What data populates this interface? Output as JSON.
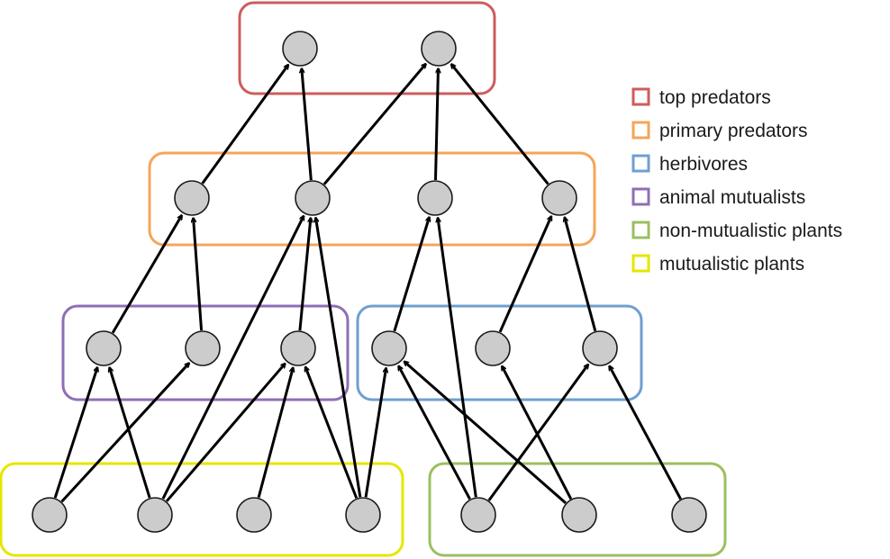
{
  "groups": [
    {
      "id": "top",
      "label": "top predators",
      "color": "#cd5c5c"
    },
    {
      "id": "primary",
      "label": "primary predators",
      "color": "#f5a55a"
    },
    {
      "id": "herbivores",
      "label": "herbivores",
      "color": "#6f9fd0"
    },
    {
      "id": "animal",
      "label": "animal mutualists",
      "color": "#8e6fb5"
    },
    {
      "id": "nonmut",
      "label": "non-mutualistic plants",
      "color": "#9bbf61"
    },
    {
      "id": "mut",
      "label": "mutualistic plants",
      "color": "#e6e600"
    }
  ],
  "nodes": [
    {
      "id": "T1",
      "group": "top"
    },
    {
      "id": "T2",
      "group": "top"
    },
    {
      "id": "P1",
      "group": "primary"
    },
    {
      "id": "P2",
      "group": "primary"
    },
    {
      "id": "P3",
      "group": "primary"
    },
    {
      "id": "P4",
      "group": "primary"
    },
    {
      "id": "A1",
      "group": "animal"
    },
    {
      "id": "A2",
      "group": "animal"
    },
    {
      "id": "A3",
      "group": "animal"
    },
    {
      "id": "H1",
      "group": "herbivores"
    },
    {
      "id": "H2",
      "group": "herbivores"
    },
    {
      "id": "H3",
      "group": "herbivores"
    },
    {
      "id": "M1",
      "group": "mut"
    },
    {
      "id": "M2",
      "group": "mut"
    },
    {
      "id": "M3",
      "group": "mut"
    },
    {
      "id": "M4",
      "group": "mut"
    },
    {
      "id": "N1",
      "group": "nonmut"
    },
    {
      "id": "N2",
      "group": "nonmut"
    },
    {
      "id": "N3",
      "group": "nonmut"
    }
  ],
  "edges": [
    {
      "from": "P1",
      "to": "T1"
    },
    {
      "from": "P2",
      "to": "T1"
    },
    {
      "from": "P2",
      "to": "T2"
    },
    {
      "from": "P3",
      "to": "T2"
    },
    {
      "from": "P4",
      "to": "T2"
    },
    {
      "from": "A1",
      "to": "P1"
    },
    {
      "from": "A2",
      "to": "P1"
    },
    {
      "from": "M2",
      "to": "P2"
    },
    {
      "from": "A3",
      "to": "P2"
    },
    {
      "from": "M4",
      "to": "P2"
    },
    {
      "from": "H1",
      "to": "P3"
    },
    {
      "from": "N1",
      "to": "P3"
    },
    {
      "from": "H2",
      "to": "P4"
    },
    {
      "from": "H3",
      "to": "P4"
    },
    {
      "from": "M1",
      "to": "A1"
    },
    {
      "from": "M2",
      "to": "A1"
    },
    {
      "from": "M1",
      "to": "A2"
    },
    {
      "from": "M2",
      "to": "A3"
    },
    {
      "from": "M3",
      "to": "A3"
    },
    {
      "from": "M4",
      "to": "A3"
    },
    {
      "from": "M4",
      "to": "H1"
    },
    {
      "from": "N1",
      "to": "H1"
    },
    {
      "from": "N2",
      "to": "H1"
    },
    {
      "from": "N2",
      "to": "H2"
    },
    {
      "from": "N1",
      "to": "H3"
    },
    {
      "from": "N3",
      "to": "H3"
    }
  ]
}
